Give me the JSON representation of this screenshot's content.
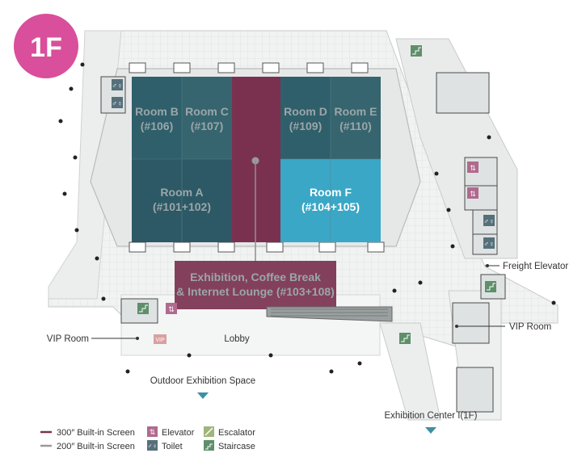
{
  "floor_badge": "1F",
  "rooms": [
    {
      "name": "Room B",
      "code": "(#106)"
    },
    {
      "name": "Room C",
      "code": "(#107)"
    },
    {
      "name": "Room D",
      "code": "(#109)"
    },
    {
      "name": "Room E",
      "code": "(#110)"
    },
    {
      "name": "Room A",
      "code": "(#101+102)"
    },
    {
      "name": "Room F",
      "code": "(#104+105)"
    }
  ],
  "exhibition": {
    "line1": "Exhibition, Coffee Break",
    "line2": "& Internet Lounge (#103+108)"
  },
  "labels": {
    "freight_elevator": "Freight Elevator",
    "vip_room_left": "VIP Room",
    "vip_room_right": "VIP Room",
    "lobby": "Lobby",
    "outdoor": "Outdoor Exhibition Space",
    "exhibition_center": "Exhibition Center I(1F)",
    "vip_sign": "VIP"
  },
  "legend": {
    "screen_300": "300″ Built-in Screen",
    "screen_200": "200″ Built-in Screen",
    "elevator": "Elevator",
    "toilet": "Toilet",
    "escalator": "Escalator",
    "staircase": "Staircase"
  },
  "colors": {
    "badge": "#d94f9b",
    "room_teal": "#2f5f6a",
    "room_active": "#3aa7c6",
    "exhibition": "#7a3150",
    "screen_300": "#7a3150",
    "screen_200": "#999999",
    "arrow": "#3f8fa3"
  },
  "icons": [
    "elevator-icon",
    "toilet-icon",
    "escalator-icon",
    "staircase-icon"
  ]
}
